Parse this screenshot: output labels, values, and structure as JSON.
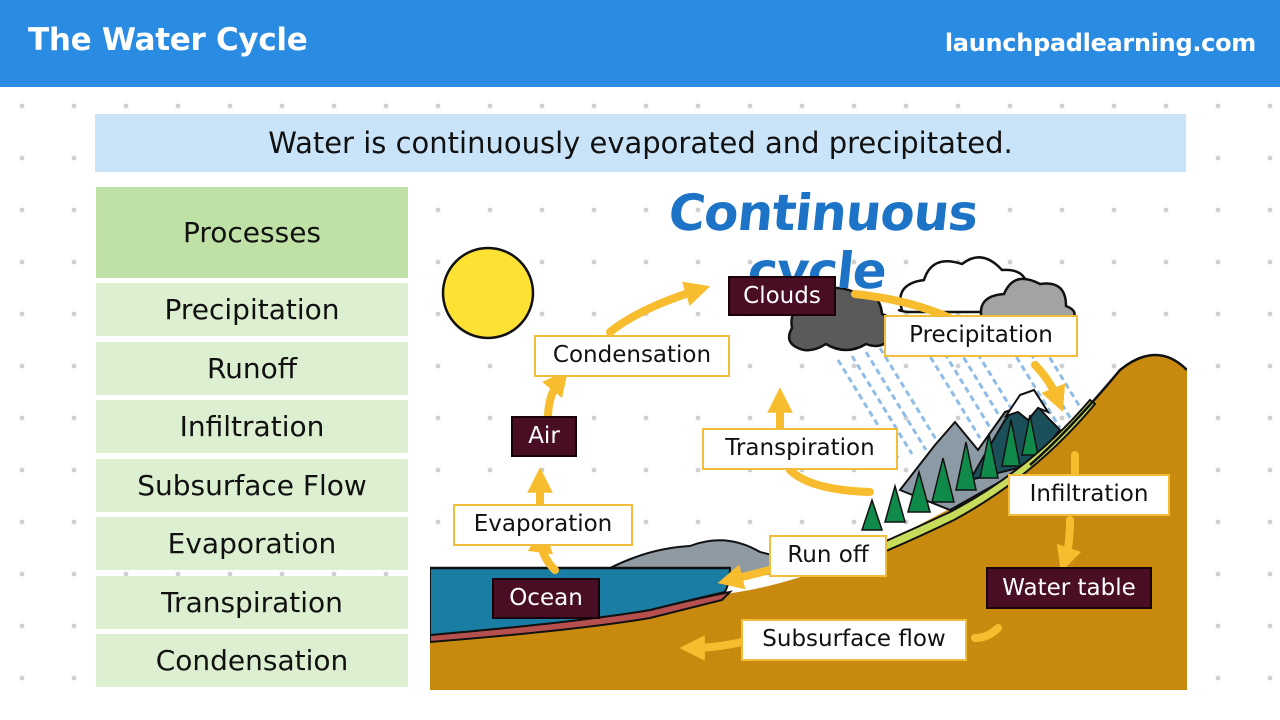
{
  "header": {
    "title": "The Water Cycle",
    "site": "launchpadlearning.com"
  },
  "banner": {
    "text": "Water is continuously evaporated and precipitated."
  },
  "processes": {
    "heading": "Processes",
    "items": [
      "Precipitation",
      "Runoff",
      "Infiltration",
      "Subsurface Flow",
      "Evaporation",
      "Transpiration",
      "Condensation"
    ]
  },
  "diagram": {
    "title": "Continuous cycle",
    "labels": {
      "clouds": "Clouds",
      "precipitation": "Precipitation",
      "condensation": "Condensation",
      "air": "Air",
      "transpiration": "Transpiration",
      "infiltration": "Infiltration",
      "evaporation": "Evaporation",
      "run_off": "Run off",
      "ocean": "Ocean",
      "water_table": "Water table",
      "subsurface_flow": "Subsurface flow"
    },
    "colors": {
      "arrow": "#f7bd2e",
      "ocean": "#1a7ea4",
      "ground": "#c88a0e",
      "sun": "#fde233",
      "tag": "#4a0e24"
    }
  }
}
